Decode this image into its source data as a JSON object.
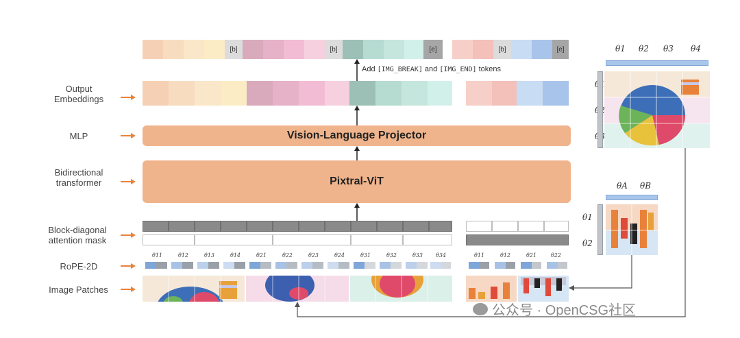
{
  "labels": {
    "output_embeddings": "Output\nEmbeddings",
    "mlp": "MLP",
    "bidirectional": "Bidirectional\ntransformer",
    "block_diagonal": "Block-diagonal\nattention mask",
    "rope": "RoPE-2D",
    "image_patches": "Image Patches"
  },
  "boxes": {
    "projector": "Vision-Language Projector",
    "vit": "Pixtral-ViT"
  },
  "tokens": {
    "break": "[b]",
    "end": "[e]"
  },
  "annotation": {
    "prefix": "Add ",
    "break_code": "[IMG_BREAK]",
    "mid": " and ",
    "end_code": "[IMG_END]",
    "suffix": " tokens"
  },
  "thetas_main": [
    "θ11",
    "θ12",
    "θ13",
    "θ14",
    "θ21",
    "θ22",
    "θ23",
    "θ24",
    "θ31",
    "θ32",
    "θ33",
    "θ34"
  ],
  "thetas_small": [
    "θ11",
    "θ12",
    "θ21",
    "θ22"
  ],
  "right_large": {
    "cols": [
      "θ1",
      "θ2",
      "θ3",
      "θ4"
    ],
    "rows": [
      "θ1",
      "θ2",
      "θ3"
    ]
  },
  "right_small": {
    "cols": [
      "θA",
      "θB"
    ],
    "rows": [
      "θ1",
      "θ2"
    ]
  },
  "watermark": "公众号 · OpenCSG社区",
  "colors": {
    "orange": "#f0b48c",
    "arrow": "#e8823a"
  }
}
